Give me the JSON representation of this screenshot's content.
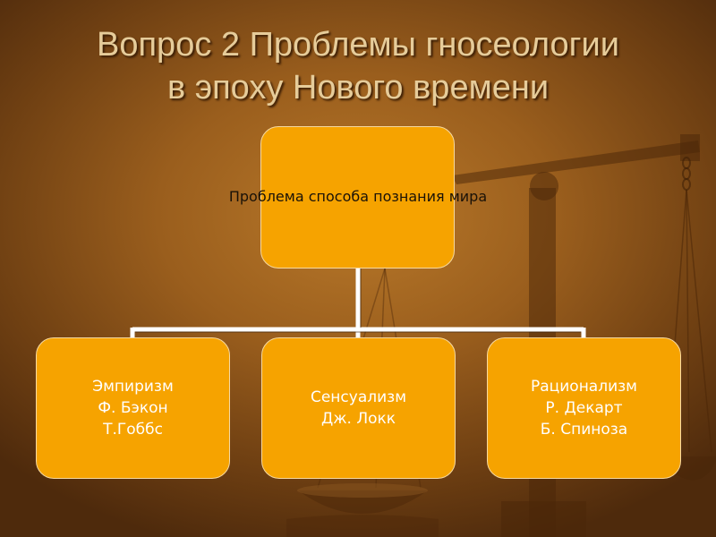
{
  "slide": {
    "title_line1": "Вопрос 2 Проблемы гносеологии",
    "title_line2": "в эпоху Нового времени"
  },
  "diagram": {
    "root": {
      "label": "Проблема способа познания мира"
    },
    "children": [
      {
        "heading": "Эмпиризм",
        "line2": "Ф. Бэкон",
        "line3": "Т.Гоббс"
      },
      {
        "heading": "Сенсуализм",
        "line2": "Дж. Локк"
      },
      {
        "heading": "Рационализм",
        "line2": "Р. Декарт",
        "line3": "Б. Спиноза"
      }
    ]
  },
  "colors": {
    "node_fill": "#f6a300",
    "node_border": "#f7d9a0",
    "connector": "#ffffff",
    "title": "#e6cc9a",
    "background": "#9a5e1d"
  }
}
